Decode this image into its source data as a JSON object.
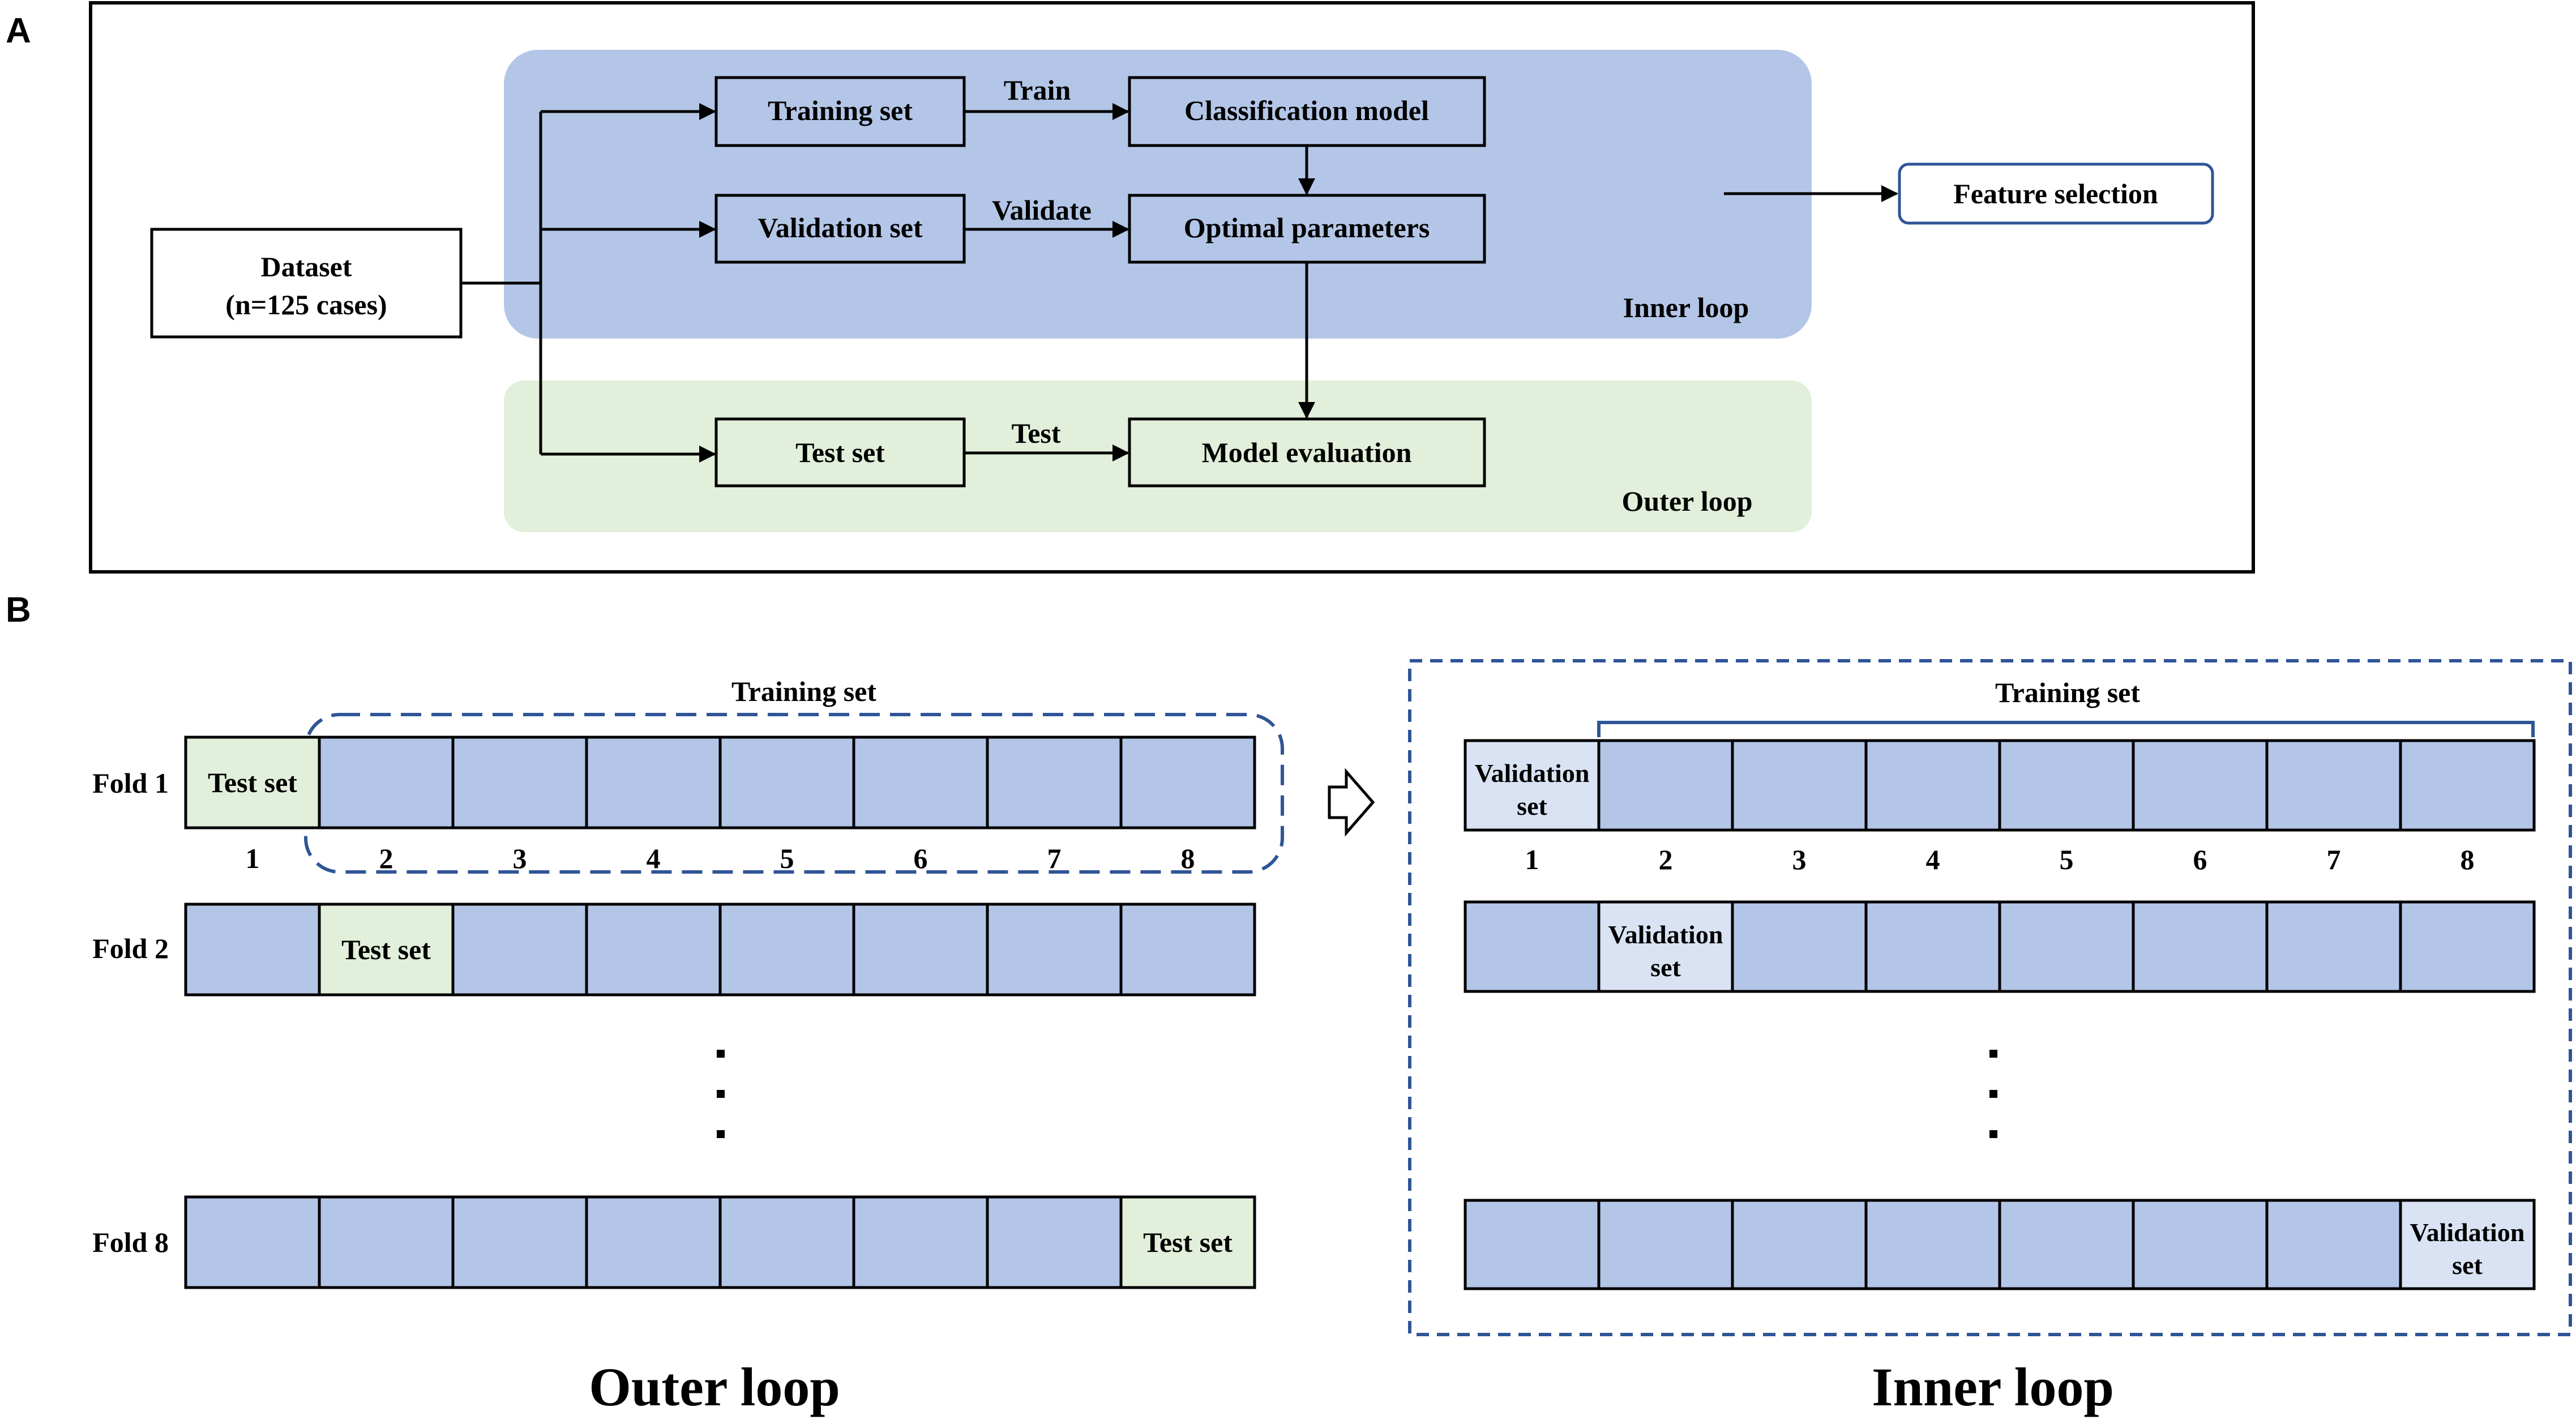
{
  "colors": {
    "inner_blue": "#b4c6e7",
    "outer_green": "#e2efda",
    "cell_blue": "#b4c6e7",
    "cell_green": "#e2efda",
    "validation_cell": "#dae3f3",
    "dashed_blue": "#2f5597",
    "bracket_blue": "#2f5597",
    "feature_border": "#2f5597"
  },
  "panelA": {
    "label": "A",
    "dataset_line1": "Dataset",
    "dataset_line2": "(n=125 cases)",
    "training_set": "Training set",
    "validation_set": "Validation set",
    "test_set": "Test set",
    "classification_model": "Classification model",
    "optimal_parameters": "Optimal parameters",
    "model_evaluation": "Model evaluation",
    "feature_selection": "Feature selection",
    "train": "Train",
    "validate": "Validate",
    "test": "Test",
    "inner_loop": "Inner loop",
    "outer_loop": "Outer loop"
  },
  "panelB": {
    "label": "B",
    "outer": {
      "training_set": "Training set",
      "fold1": "Fold 1",
      "fold2": "Fold 2",
      "fold8": "Fold 8",
      "test_set": "Test set",
      "numbers": [
        "1",
        "2",
        "3",
        "4",
        "5",
        "6",
        "7",
        "8"
      ],
      "caption": "Outer loop"
    },
    "inner": {
      "training_set": "Training set",
      "validation_line1": "Validation",
      "validation_line2": "set",
      "numbers": [
        "1",
        "2",
        "3",
        "4",
        "5",
        "6",
        "7",
        "8"
      ],
      "caption": "Inner loop"
    }
  }
}
